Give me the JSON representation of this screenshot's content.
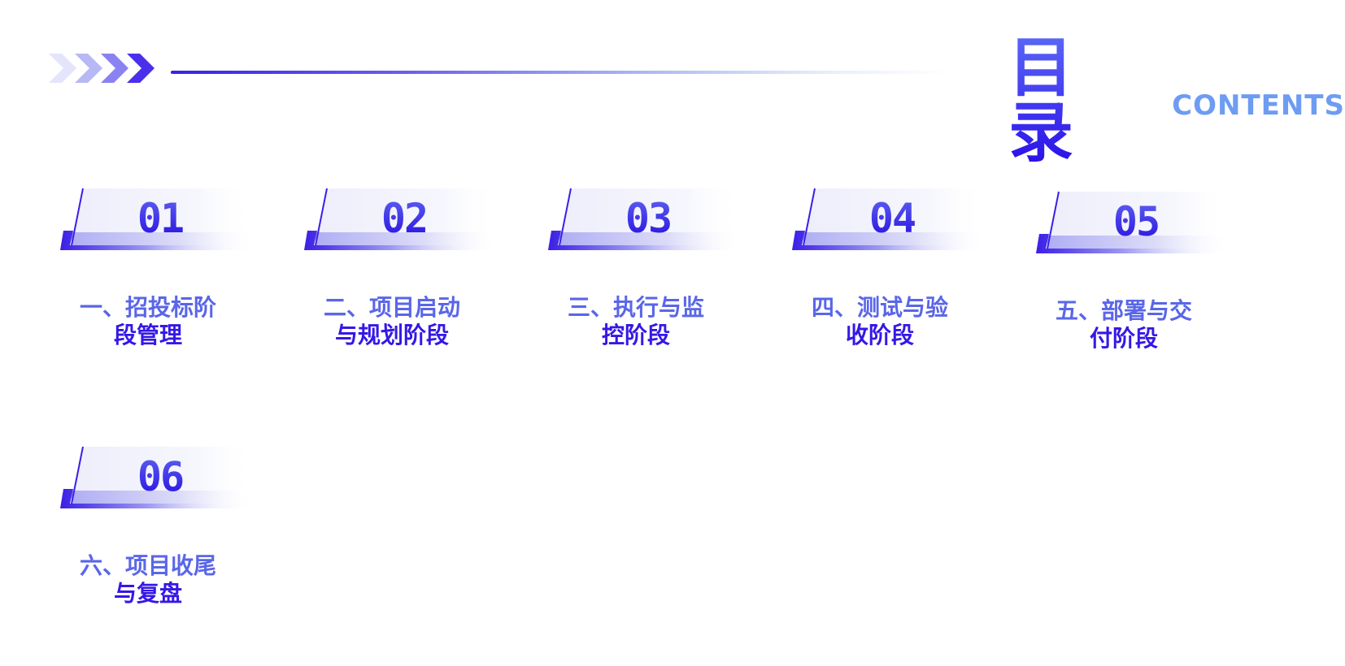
{
  "header": {
    "title_cn": "目 录",
    "title_en": "CONTENTS",
    "decoration": "chevron-arrows-icon"
  },
  "colors": {
    "primary": "#3518e6",
    "primary_light": "#5a66e8",
    "accent_en": "#6d9cf2"
  },
  "sections": [
    {
      "number": "01",
      "line1": "一、招投标阶",
      "line2": "段管理"
    },
    {
      "number": "02",
      "line1": "二、项目启动",
      "line2": "与规划阶段"
    },
    {
      "number": "03",
      "line1": "三、执行与监",
      "line2": "控阶段"
    },
    {
      "number": "04",
      "line1": "四、测试与验",
      "line2": "收阶段"
    },
    {
      "number": "05",
      "line1": "五、部署与交",
      "line2": "付阶段"
    },
    {
      "number": "06",
      "line1": "六、项目收尾",
      "line2": "与复盘"
    }
  ]
}
